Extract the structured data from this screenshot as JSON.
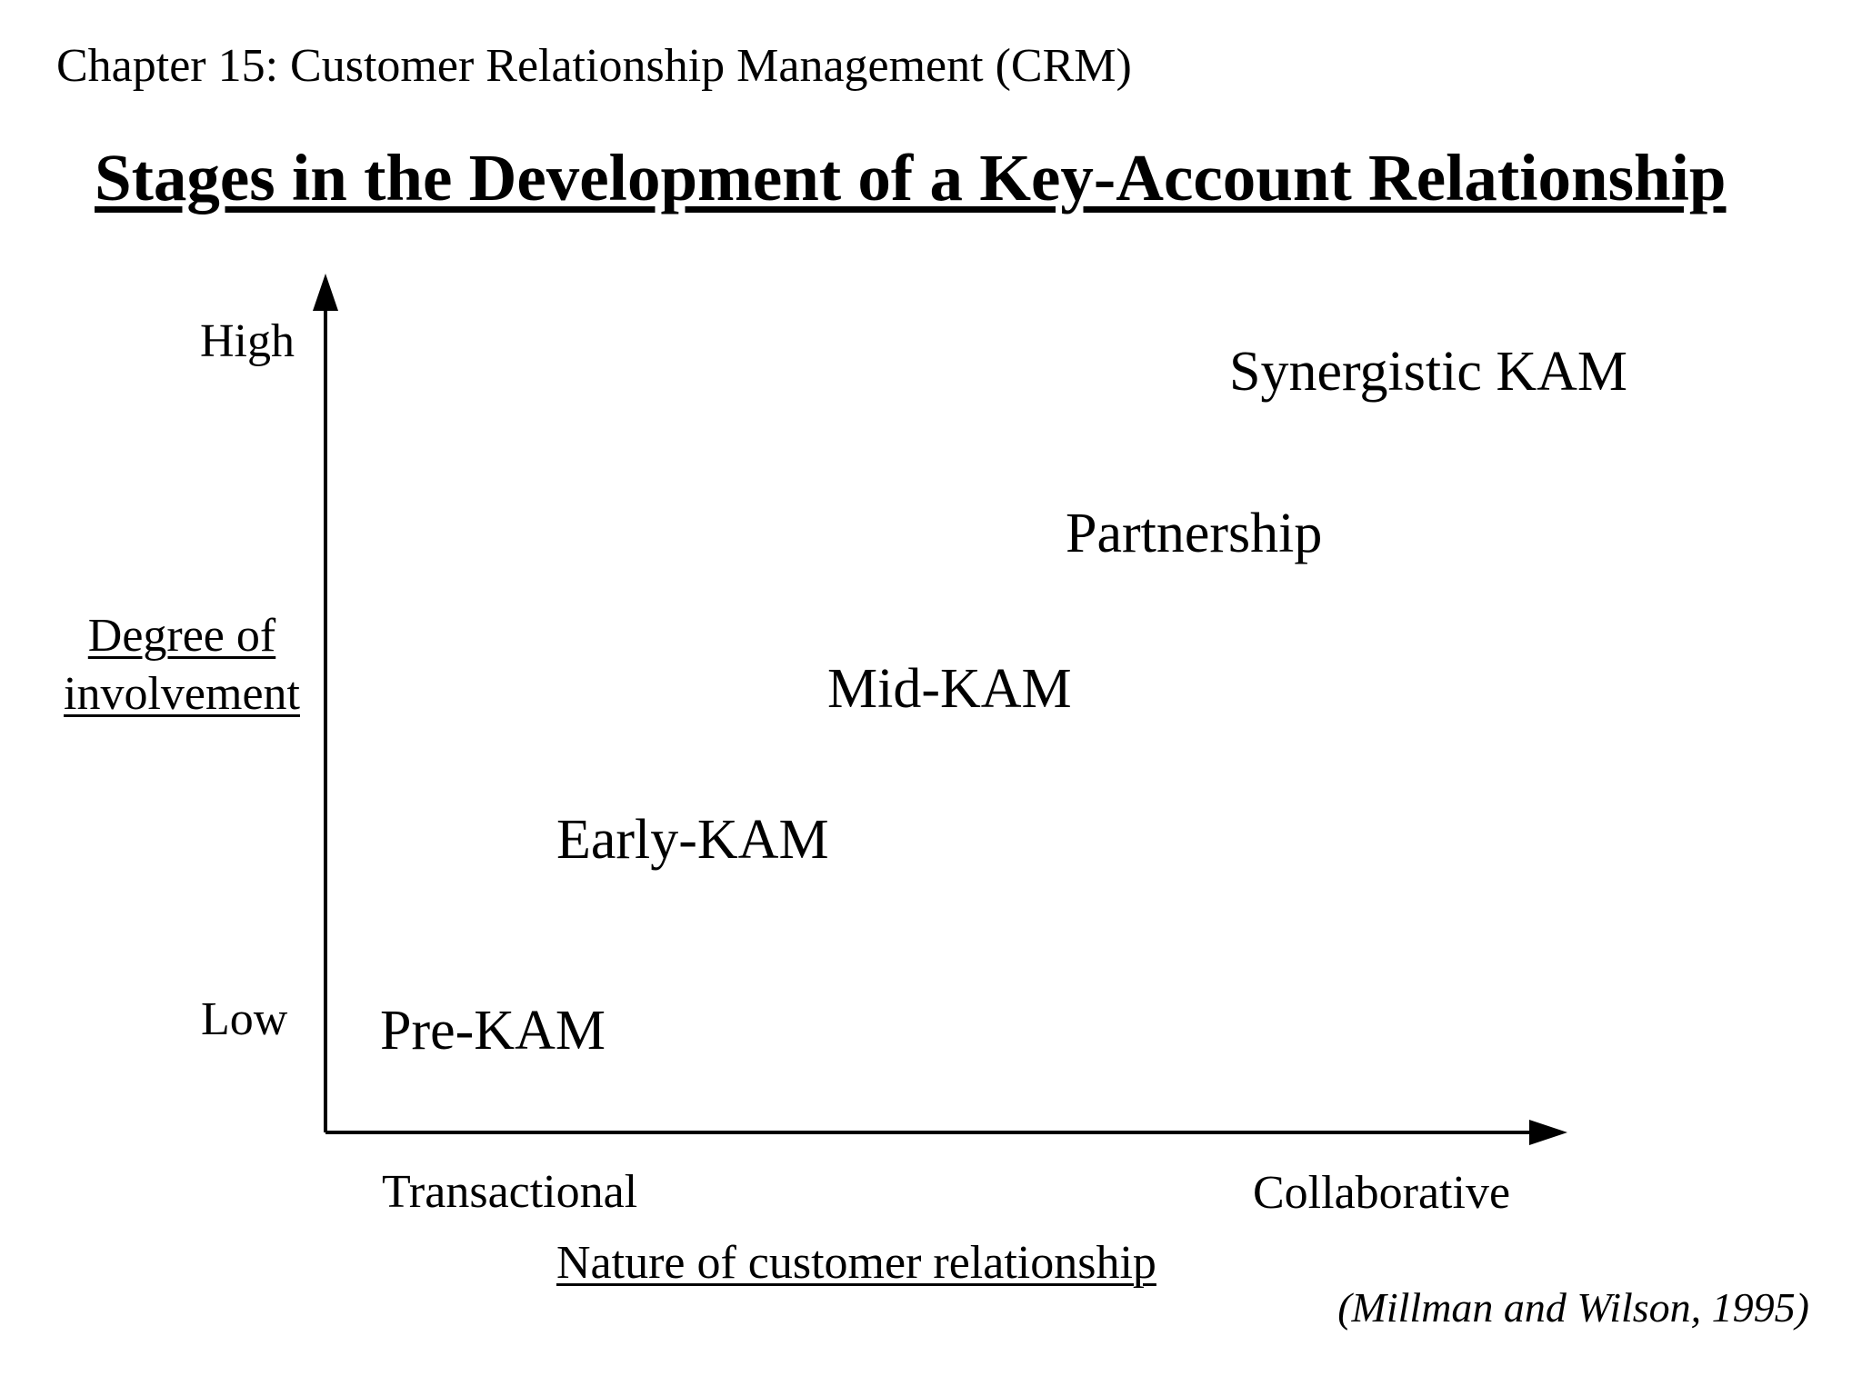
{
  "slide": {
    "header": "Chapter 15: Customer Relationship Management (CRM)",
    "title": "Stages in the Development of a Key-Account Relationship",
    "citation": "(Millman and Wilson, 1995)"
  },
  "chart": {
    "y_axis": {
      "title_line1": "Degree of",
      "title_line2": "involvement",
      "high": "High",
      "low": "Low"
    },
    "x_axis": {
      "title": "Nature of customer relationship",
      "left": "Transactional",
      "right": "Collaborative"
    },
    "stages": [
      {
        "label": "Pre-KAM"
      },
      {
        "label": "Early-KAM"
      },
      {
        "label": "Mid-KAM"
      },
      {
        "label": "Partnership"
      },
      {
        "label": "Synergistic KAM"
      }
    ]
  },
  "chart_data": {
    "type": "scatter",
    "title": "Stages in the Development of a Key-Account Relationship",
    "xlabel": "Nature of customer relationship",
    "ylabel": "Degree of involvement",
    "x_range_labels": [
      "Transactional",
      "Collaborative"
    ],
    "y_range_labels": [
      "Low",
      "High"
    ],
    "legend": false,
    "grid": false,
    "points": [
      {
        "label": "Pre-KAM",
        "x": 0.04,
        "y": 0.09
      },
      {
        "label": "Early-KAM",
        "x": 0.19,
        "y": 0.31
      },
      {
        "label": "Mid-KAM",
        "x": 0.41,
        "y": 0.49
      },
      {
        "label": "Partnership",
        "x": 0.6,
        "y": 0.67
      },
      {
        "label": "Synergistic KAM",
        "x": 0.73,
        "y": 0.86
      }
    ],
    "source": "(Millman and Wilson, 1995)"
  }
}
